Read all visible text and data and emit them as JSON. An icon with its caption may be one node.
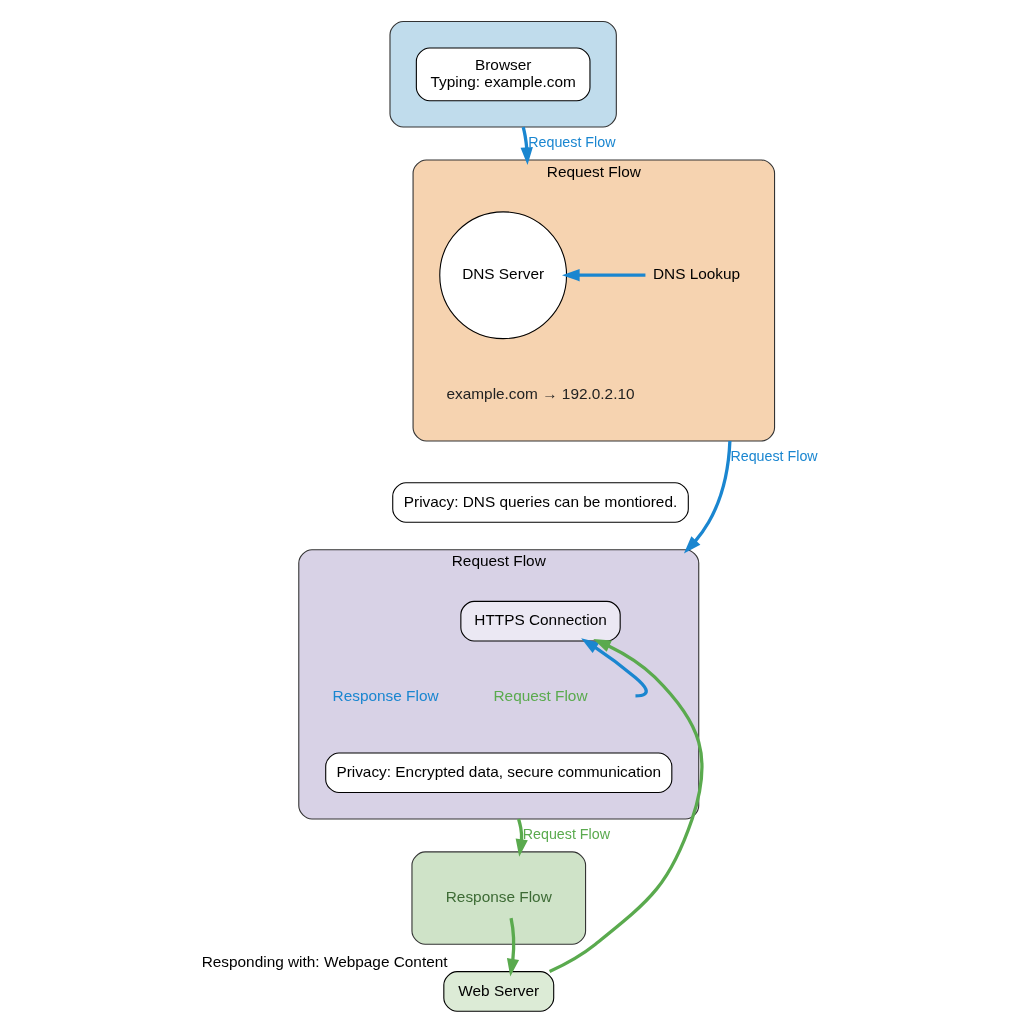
{
  "diagram": {
    "nodes": [
      {
        "text": [],
        "shape": "box"
      },
      {
        "text": [
          "Browser",
          "Typing: example.com"
        ],
        "in": 0
      },
      {
        "text": [
          "Request Flow"
        ]
      },
      {
        "text": [
          "DNS Server"
        ],
        "in": 2
      },
      {
        "text": [
          "DNS Lookup"
        ],
        "in": 2
      },
      {
        "text": [
          "Privacy: DNS queries can be montiored."
        ]
      },
      {
        "text": [
          "Request Flow"
        ]
      },
      {
        "text": [
          "HTTPS Connection"
        ],
        "in": 6
      },
      {
        "text": [
          "Privacy: Encrypted data, secure communication"
        ],
        "in": 6
      },
      {
        "text": [],
        "shape": "box"
      },
      {
        "text": [
          "Response Flow"
        ],
        "in": 9
      },
      {
        "text": [
          "Web Server"
        ],
        "beside": [
          "Responding with: Webpage Content"
        ]
      }
    ],
    "edges": [
      {
        "from": 0,
        "to": 2,
        "arrow": "to",
        "label": "Request Flow",
        "color": "#1a86d0"
      },
      {
        "from": 4,
        "to": 3,
        "arrow": "to",
        "color": "#1a86d0"
      },
      {
        "from": 2,
        "to": 6,
        "arrow": "to",
        "label": "Request Flow",
        "color": "#1a86d0"
      },
      {
        "from": null,
        "to": 7,
        "arrow": "to",
        "color": "#1a86d0"
      },
      {
        "from": 6,
        "to": 9,
        "arrow": "to",
        "label": "Request Flow",
        "color": "#5aaa4e"
      },
      {
        "from": 10,
        "to": 11,
        "arrow": "to",
        "color": "#5aaa4e"
      },
      {
        "from": 11,
        "to": 7,
        "arrow": "to",
        "color": "#5aaa4e"
      }
    ],
    "labels": [
      "example.com → 192.0.2.10",
      "Request Flow",
      "Response Flow"
    ]
  }
}
